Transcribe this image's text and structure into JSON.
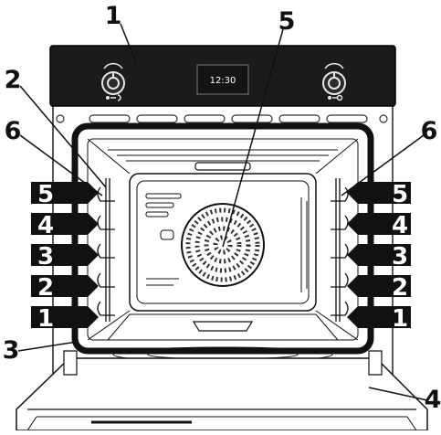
{
  "diagram": {
    "callouts": {
      "control_panel": "1",
      "runner_left": "2",
      "door_seal": "3",
      "door": "4",
      "fan_cover": "5",
      "wire_rack_left": "6",
      "wire_rack_right": "6"
    },
    "display_time": "12:30",
    "shelf_levels": [
      "5",
      "4",
      "3",
      "2",
      "1"
    ]
  }
}
